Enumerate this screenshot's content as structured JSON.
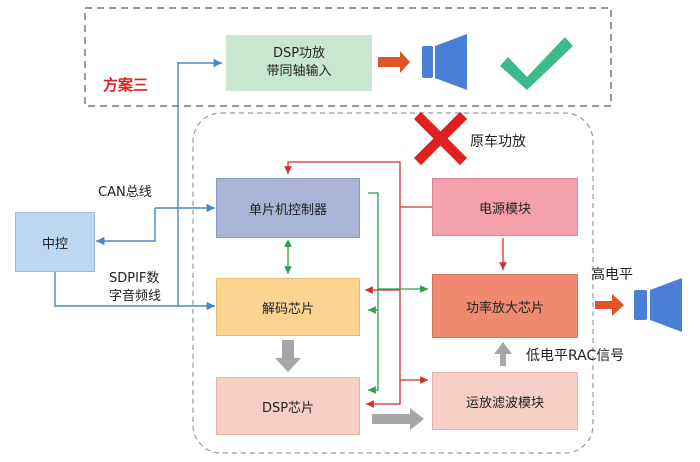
{
  "scheme3": {
    "label": "方案三",
    "dsp_box_line1": "DSP功放",
    "dsp_box_line2": "带同轴输入"
  },
  "oem_amp": {
    "label": "原车功放"
  },
  "head_unit": {
    "label": "中控"
  },
  "links": {
    "can_bus": "CAN总线",
    "sdpif_line1": "SDPIF数",
    "sdpif_line2": "字音频线"
  },
  "blocks": {
    "mcu": "单片机控制器",
    "decoder": "解码芯片",
    "dsp": "DSP芯片",
    "power": "电源模块",
    "amp": "功率放大芯片",
    "opamp": "运放滤波模块"
  },
  "signals": {
    "high_level": "高电平",
    "low_level_rac": "低电平RAC信号"
  },
  "colors": {
    "dsp_box": "#c8e6d0",
    "mcu": "#a9b4d8",
    "decoder": "#fbd58f",
    "dsp": "#f7cfc6",
    "power": "#f3a0ac",
    "amp": "#ef8a70",
    "opamp": "#f7cfc6",
    "head_unit": "#bcd7f1",
    "blue_wire": "#4a86c8",
    "red_wire": "#d03030",
    "green_wire": "#2ea04a",
    "speaker": "#4a7fd6",
    "check": "#3cba8c",
    "cross": "#e02020"
  }
}
